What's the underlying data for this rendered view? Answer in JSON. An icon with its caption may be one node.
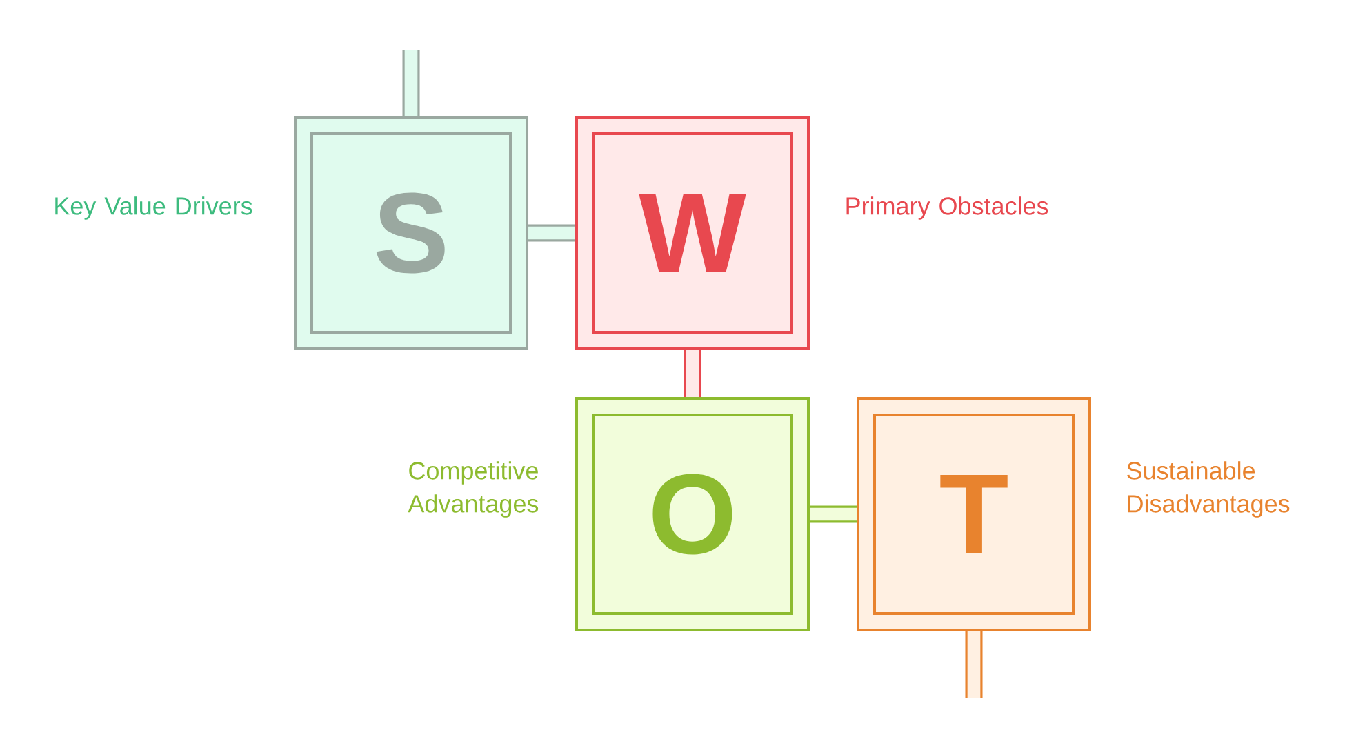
{
  "diagram": {
    "nodes": [
      {
        "text": [
          "S"
        ],
        "beside": [
          "Key Value Drivers"
        ]
      },
      {
        "text": [
          "W"
        ],
        "beside": [
          "Primary Obstacles"
        ]
      },
      {
        "text": [
          "O"
        ],
        "beside": [
          "Competitive Advantages"
        ]
      },
      {
        "text": [
          "T"
        ],
        "beside": [
          "Sustainable Disadvantages"
        ]
      }
    ],
    "edges": [
      {
        "from": 0,
        "to": null,
        "arrow": "none",
        "color": "#9aa8a0"
      },
      {
        "from": 0,
        "to": 1,
        "arrow": "none",
        "color": "#9aa8a0"
      },
      {
        "from": 1,
        "to": 2,
        "arrow": "none",
        "color": "#e8484f"
      },
      {
        "from": 2,
        "to": 3,
        "arrow": "none",
        "color": "#8dbb2f"
      },
      {
        "from": 3,
        "to": null,
        "arrow": "none",
        "color": "#e8832e"
      }
    ]
  }
}
